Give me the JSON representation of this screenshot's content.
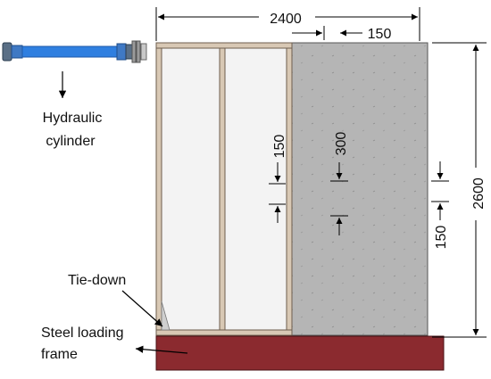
{
  "labels": {
    "hydraulic_line1": "Hydraulic",
    "hydraulic_line2": "cylinder",
    "tie_down": "Tie-down",
    "steel_line1": "Steel loading",
    "steel_line2": "frame"
  },
  "dimensions": {
    "width_total": "2400",
    "sheathing_offset": "150",
    "height_total": "2600",
    "stud_spacing_a": "150",
    "stud_spacing_b": "300",
    "edge_spacing": "150"
  },
  "colors": {
    "stud_frame": "#d8c8b4",
    "gypsum_board": "#f3f3f3",
    "osb_sheathing": "#b5b5b5",
    "steel_frame": "#8b2a2f",
    "cylinder": "#2f7fe0"
  }
}
